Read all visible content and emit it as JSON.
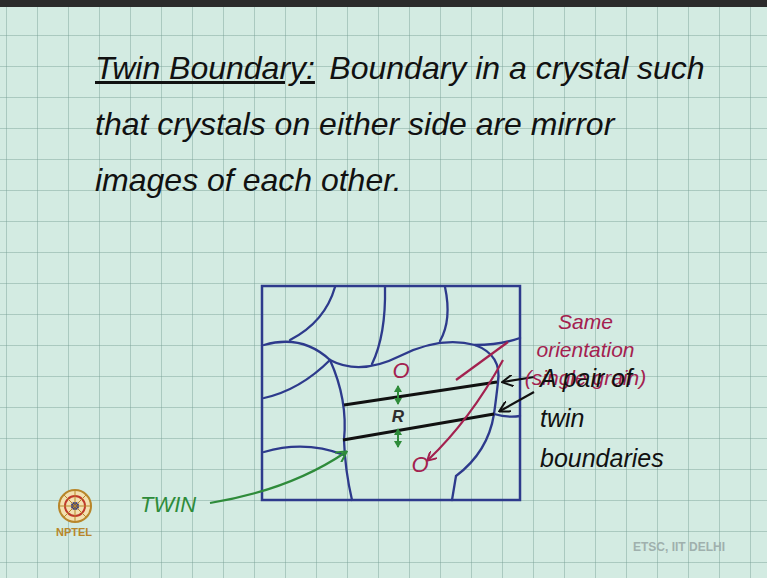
{
  "diagram": {
    "title": "Twin Boundary:",
    "labels": [
      "Boundary in a crystal such that crystals on either side are mirror images of each other.",
      "O",
      "R",
      "O",
      "Same orientation (single grain)",
      "A pair of twin boundaries",
      "TWIN",
      "NPTEL",
      "ETSC, IIT DELHI"
    ]
  }
}
